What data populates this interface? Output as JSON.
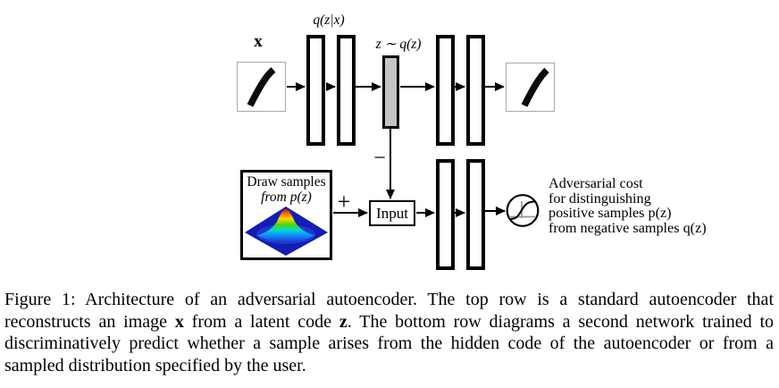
{
  "figure": {
    "top_row": {
      "x_label": "x",
      "encoder_label": "q(z|x)",
      "code_label": "z ∼ q(z)"
    },
    "bottom_row": {
      "draw_box_line1": "Draw samples",
      "draw_box_line2": "from p(z)",
      "plus_sign": "+",
      "minus_sign": "−",
      "input_label": "Input",
      "adversarial_lines": [
        "Adversarial cost",
        "for distinguishing",
        "positive samples p(z)",
        "from negative samples q(z)"
      ]
    },
    "colors": {
      "latent_code_fill": "#c4c4c4",
      "bar_border": "#000000",
      "surface_base_blue": "#141cb4",
      "surface_peak_red": "#cc0000",
      "axis_gray": "#999999"
    },
    "icons": {
      "digit_images": "handwritten-digit-one",
      "prior_plot": "3d-gaussian-surface",
      "output_node": "sigmoid-curve-in-circle"
    }
  },
  "caption": {
    "segments": [
      {
        "text": "Figure 1: Architecture of an adversarial autoencoder. The top row is a standard autoencoder that reconstructs an image ",
        "bold": false
      },
      {
        "text": "x",
        "bold": true
      },
      {
        "text": " from a latent code ",
        "bold": false
      },
      {
        "text": "z",
        "bold": true
      },
      {
        "text": ". The bottom row diagrams a second network trained to discriminatively predict whether a sample arises from the hidden code of the autoencoder or from a sampled distribution specified by the user.",
        "bold": false
      }
    ]
  }
}
